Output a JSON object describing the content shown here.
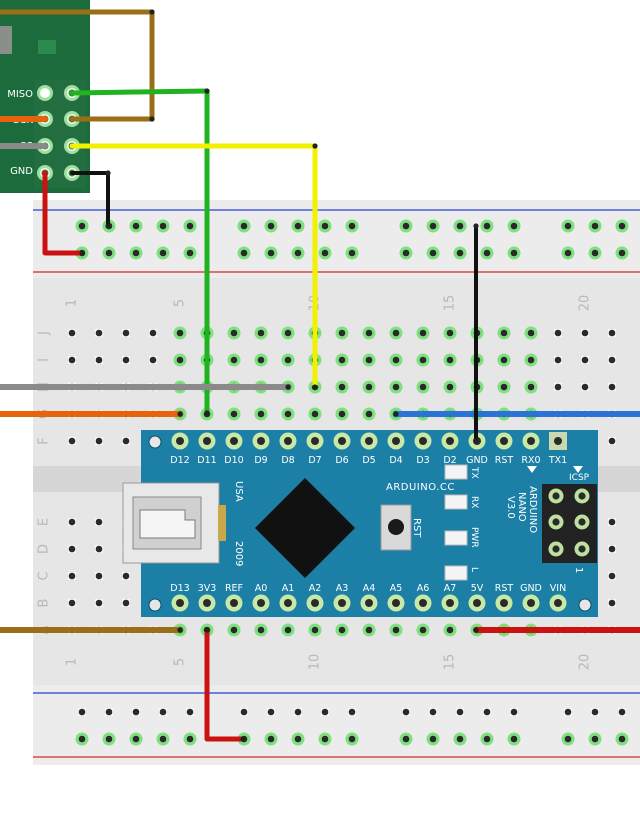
{
  "module": {
    "pins": [
      "MISO",
      "SCK",
      "SS",
      "GND"
    ]
  },
  "breadboard": {
    "row_letters": [
      "J",
      "I",
      "H",
      "G",
      "F",
      "E",
      "D",
      "C",
      "B",
      "A"
    ],
    "column_numbers": [
      "1",
      "5",
      "10",
      "15",
      "20"
    ]
  },
  "nano": {
    "top_pins": [
      "D12",
      "D11",
      "D10",
      "D9",
      "D8",
      "D7",
      "D6",
      "D5",
      "D4",
      "D3",
      "D2",
      "GND",
      "RST",
      "RX0",
      "TX1"
    ],
    "bottom_pins": [
      "D13",
      "3V3",
      "REF",
      "A0",
      "A1",
      "A2",
      "A3",
      "A4",
      "A5",
      "A6",
      "A7",
      "5V",
      "RST",
      "GND",
      "VIN"
    ],
    "brand": "ARDUINO.CC",
    "model_lines": [
      "ARDUINO",
      "NANO",
      "V3.0"
    ],
    "usa": "USA",
    "year": "2009",
    "rst": "RST",
    "icsp": "ICSP",
    "icsp_pin": "1",
    "leds": [
      "TX",
      "RX",
      "PWR",
      "L"
    ]
  },
  "colors": {
    "board_blue": "#1b7fa6",
    "wire_green": "#1fb31f",
    "wire_yellow": "#f2f200",
    "wire_black": "#111111",
    "wire_red": "#cc1111",
    "wire_brown": "#9b6e18",
    "wire_orange": "#e8620c",
    "wire_gray": "#8a8a8a",
    "wire_blue": "#2a73d4",
    "module_green": "#1c6b3c"
  }
}
